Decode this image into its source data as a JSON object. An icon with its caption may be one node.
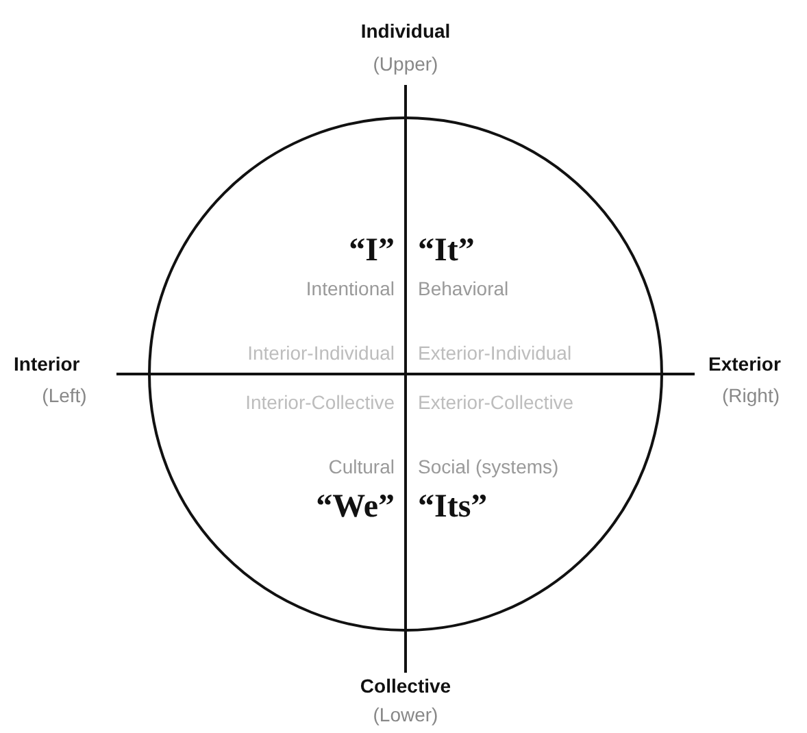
{
  "diagram": {
    "labels": [
      "Individual",
      "(Upper)",
      "“I”",
      "“It”",
      "Intentional",
      "Behavioral",
      "Interior",
      "Interior-Individual",
      "Exterior-Individual",
      "Exterior",
      "(Left)",
      "Interior-Collective",
      "Exterior-Collective",
      "(Right)",
      "Cultural",
      "Social (systems)",
      "“We”",
      "“Its”",
      "Collective",
      "(Lower)"
    ]
  }
}
